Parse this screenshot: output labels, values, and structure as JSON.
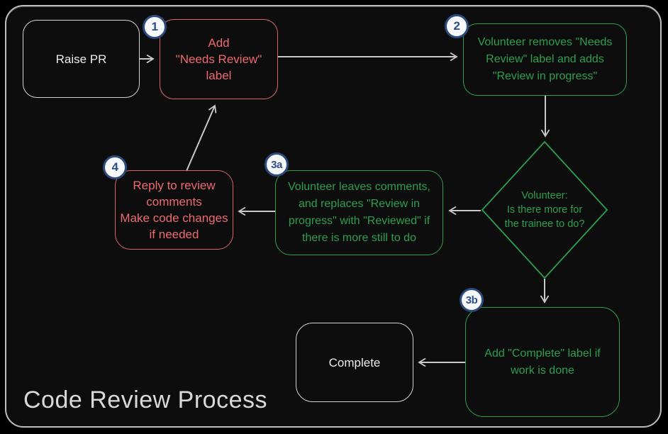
{
  "title": "Code Review Process",
  "colors": {
    "background": "#0d0d0d",
    "frame_border": "#bdbdbd",
    "red_accent": "#e0666b",
    "green_accent": "#2f9e4f",
    "neutral_box": "#d2d2d2",
    "arrow": "#c9c9c9",
    "badge_border": "#2c4a7c",
    "badge_fill": "#f5f7f9",
    "badge_text": "#2d4f86",
    "title_text": "#d9d9d9"
  },
  "badges": {
    "step1": "1",
    "step2": "2",
    "step3a": "3a",
    "step3b": "3b",
    "step4": "4"
  },
  "nodes": {
    "raise_pr": {
      "lines": [
        "Raise PR"
      ]
    },
    "add_needs_review": {
      "lines": [
        "Add",
        "\"Needs Review\"",
        "label"
      ]
    },
    "volunteer_removes": {
      "lines": [
        "Volunteer removes \"Needs",
        "Review\" label and adds",
        "\"Review in progress\""
      ]
    },
    "decision": {
      "lines": [
        "Volunteer:",
        "Is there more for",
        "the trainee to do?"
      ]
    },
    "volunteer_leaves": {
      "lines": [
        "Volunteer leaves comments,",
        "and replaces \"Review in",
        "progress\" with \"Reviewed\" if",
        "there is more still to do"
      ]
    },
    "reply_to_review": {
      "lines": [
        "Reply to review",
        "comments",
        "Make code changes",
        "if needed"
      ]
    },
    "add_complete": {
      "lines": [
        "Add \"Complete\" label if",
        "work is done"
      ]
    },
    "complete": {
      "lines": [
        "Complete"
      ]
    }
  }
}
